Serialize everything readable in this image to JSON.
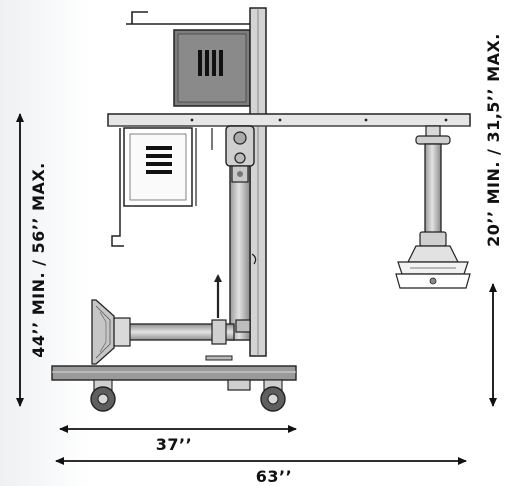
{
  "dimensions": {
    "base_width": "37’’",
    "overall_width": "63’’",
    "left_height": "44’’ MIN. / 56’’ MAX.",
    "right_height": "20’’ MIN. / 31,5’’ MAX."
  },
  "colors": {
    "line": "#222222",
    "steel": "#bfbfbf",
    "steel_dark": "#8d8d8d",
    "panel": "#7c7c7c"
  }
}
